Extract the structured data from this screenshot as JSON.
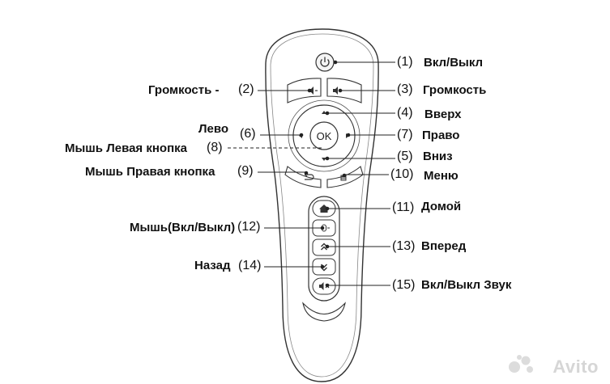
{
  "callouts": [
    {
      "id": "power",
      "number": "(1)",
      "label": "Вкл/Выкл"
    },
    {
      "id": "volume-down",
      "number": "(2)",
      "label": "Громкость  -"
    },
    {
      "id": "volume-up",
      "number": "(3)",
      "label": "Громкость"
    },
    {
      "id": "up",
      "number": "(4)",
      "label": "Вверх"
    },
    {
      "id": "left",
      "number": "(6)",
      "label": "Лево"
    },
    {
      "id": "right",
      "number": "(7)",
      "label": "Право"
    },
    {
      "id": "mouse-left",
      "number": "(8)",
      "label": "Мышь Левая кнопка"
    },
    {
      "id": "down",
      "number": "(5)",
      "label": "Вниз"
    },
    {
      "id": "mouse-right",
      "number": "(9)",
      "label": "Мышь Правая кнопка"
    },
    {
      "id": "menu",
      "number": "(10)",
      "label": "Меню"
    },
    {
      "id": "home",
      "number": "(11)",
      "label": "Домой"
    },
    {
      "id": "mouse-toggle",
      "number": "(12)",
      "label": "Мышь(Вкл/Выкл)"
    },
    {
      "id": "forward",
      "number": "(13)",
      "label": "Вперед"
    },
    {
      "id": "back",
      "number": "(14)",
      "label": "Назад"
    },
    {
      "id": "mute",
      "number": "(15)",
      "label": "Вкл/Выкл Звук"
    }
  ],
  "remote": {
    "ok_label": "OK"
  },
  "watermark": "Avito",
  "colors": {
    "outline": "#333333",
    "line": "#222222",
    "watermark": "#d6d6d6"
  }
}
